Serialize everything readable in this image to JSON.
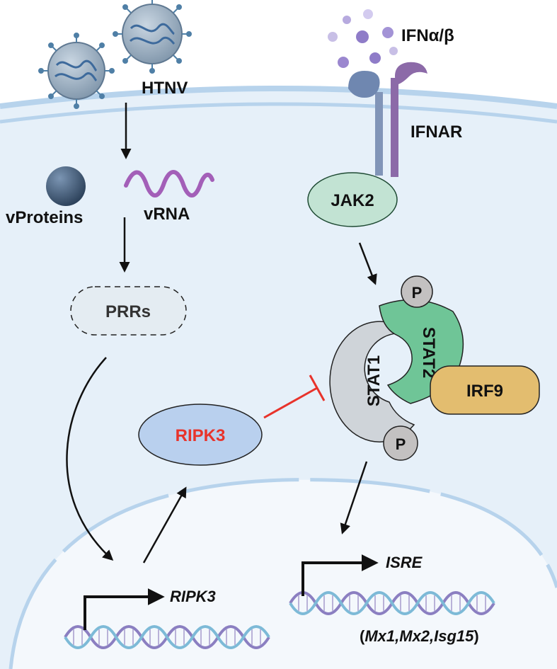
{
  "labels": {
    "virus": "HTNV",
    "ifn": "IFNα/β",
    "receptor": "IFNAR",
    "vproteins": "vProteins",
    "vrna": "vRNA",
    "prrs": "PRRs",
    "jak2": "JAK2",
    "p_top": "P",
    "p_bottom": "P",
    "stat1": "STAT1",
    "stat2": "STAT2",
    "irf9": "IRF9",
    "ripk3_protein": "RIPK3",
    "ripk3_gene": "RIPK3",
    "isre": "ISRE",
    "isg_open": "(",
    "isg_genes": "Mx1,Mx2,Isg15",
    "isg_close": ")"
  },
  "colors": {
    "cytoplasm": "#e6f0f9",
    "membrane": "#b7d3ec",
    "nucleus_region": "#f4f8fc",
    "virus": "#8ea4b8",
    "vrna": "#a35fb8",
    "jak2": "#c2e3d3",
    "stat1": "#cfd4d9",
    "stat2": "#6fc597",
    "irf9": "#e3bd6f",
    "ripk3": "#b9d0ee",
    "ripk3_text": "#e8332b",
    "inhibition": "#e8332b",
    "phosphate": "#c3c1c1"
  },
  "icons": [
    "virus-icon",
    "ifn-molecule-icon",
    "receptor-icon",
    "protein-sphere-icon",
    "rna-wave-icon",
    "dna-helix-icon",
    "promoter-arrow-icon"
  ]
}
